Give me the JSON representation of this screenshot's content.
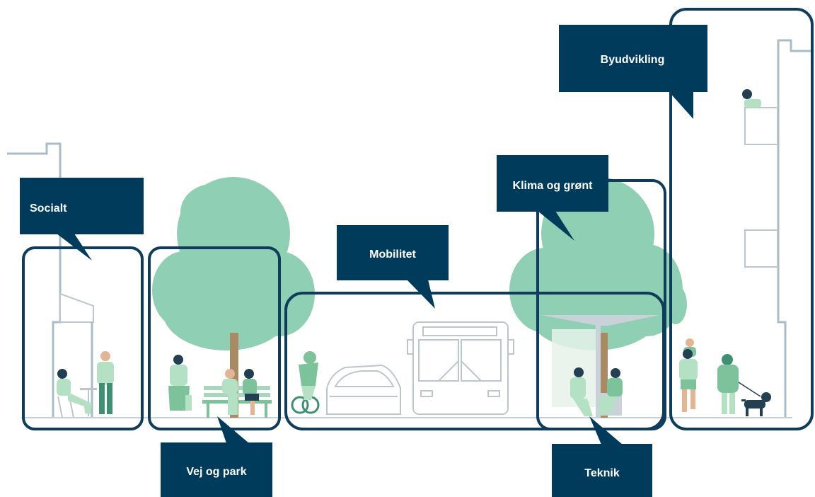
{
  "labels": {
    "socialt": "Socialt",
    "vej_og_park": "Vej og park",
    "mobilitet": "Mobilitet",
    "klima_og_groent": "Klima og grønt",
    "byudvikling": "Byudvikling",
    "teknik": "Teknik"
  },
  "colors": {
    "label_bg": "#003b5c",
    "zone_outline": "#0e3c5a",
    "tree": "#8fcfb3",
    "building_line": "#a9bcc8"
  }
}
